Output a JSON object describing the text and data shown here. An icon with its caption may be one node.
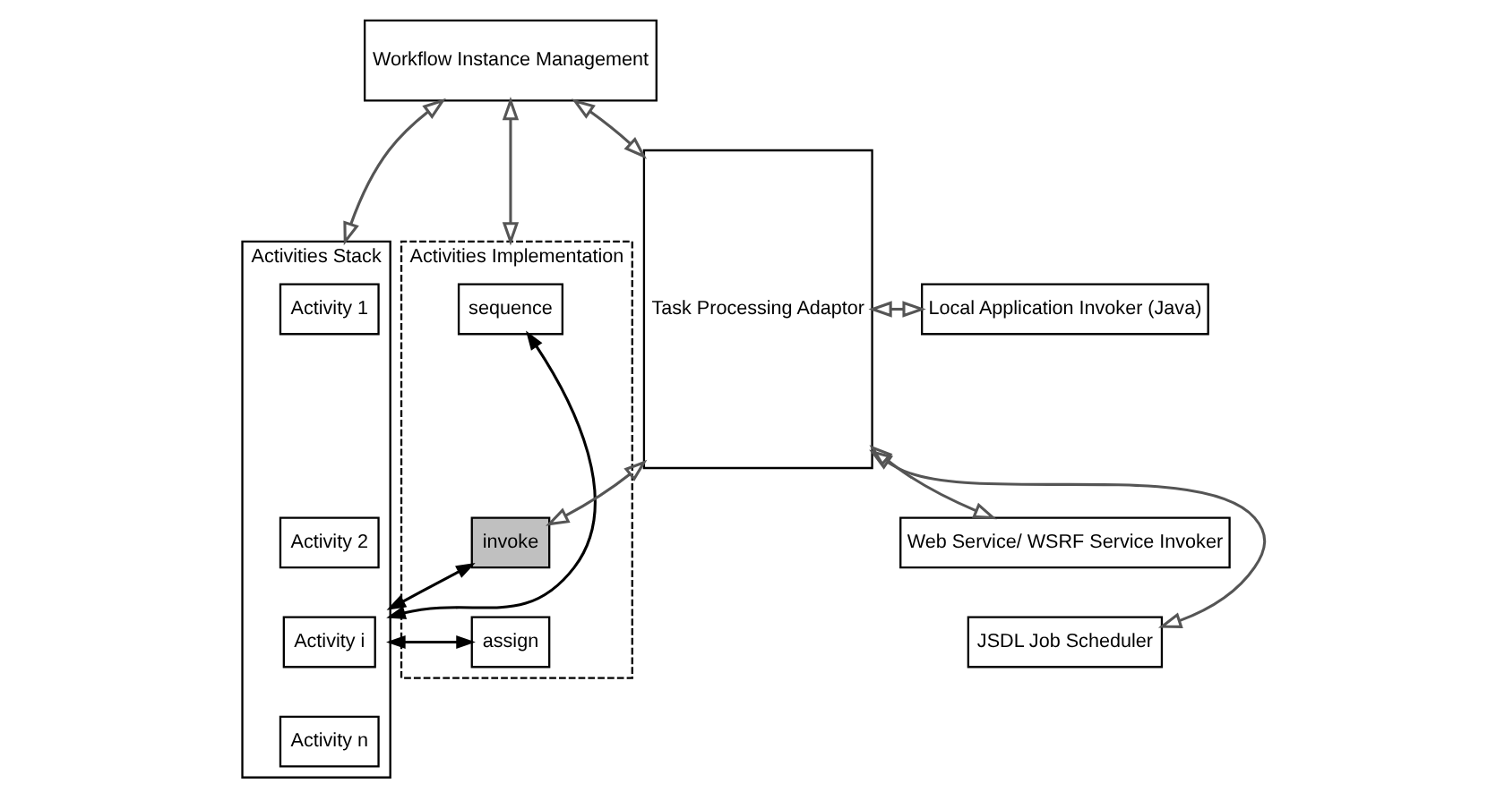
{
  "diagram": {
    "nodes": [
      {
        "text": [
          "Workflow Instance Management"
        ]
      },
      {
        "text": [
          "Activities Stack"
        ]
      },
      {
        "text": [
          "Activity 1"
        ],
        "in": 1
      },
      {
        "text": [
          "Activity 2"
        ],
        "in": 1
      },
      {
        "text": [
          "Activity i"
        ],
        "in": 1
      },
      {
        "text": [
          "Activity n"
        ],
        "in": 1
      },
      {
        "text": [
          "Activities Implementation"
        ]
      },
      {
        "text": [
          "sequence"
        ],
        "in": 6
      },
      {
        "text": [
          "invoke"
        ],
        "in": 6
      },
      {
        "text": [
          "assign"
        ],
        "in": 6
      },
      {
        "text": [
          "Task Processing Adaptor"
        ]
      },
      {
        "text": [
          "Local Application Invoker (Java)"
        ]
      },
      {
        "text": [
          "Web Service/ WSRF Service Invoker"
        ]
      },
      {
        "text": [
          "JSDL Job Scheduler"
        ]
      }
    ],
    "edges": [
      {
        "from": 0,
        "to": 1,
        "arrow": "both"
      },
      {
        "from": 0,
        "to": 6,
        "arrow": "both"
      },
      {
        "from": 0,
        "to": 10,
        "arrow": "both"
      },
      {
        "from": 1,
        "to": 7,
        "arrow": "both",
        "color": "#000000"
      },
      {
        "from": 1,
        "to": 8,
        "arrow": "both",
        "color": "#000000"
      },
      {
        "from": 1,
        "to": 9,
        "arrow": "both",
        "color": "#000000"
      },
      {
        "from": 8,
        "to": 10,
        "arrow": "both"
      },
      {
        "from": 10,
        "to": 11,
        "arrow": "both"
      },
      {
        "from": 10,
        "to": 12,
        "arrow": "both"
      },
      {
        "from": 10,
        "to": 13,
        "arrow": "both"
      }
    ]
  }
}
